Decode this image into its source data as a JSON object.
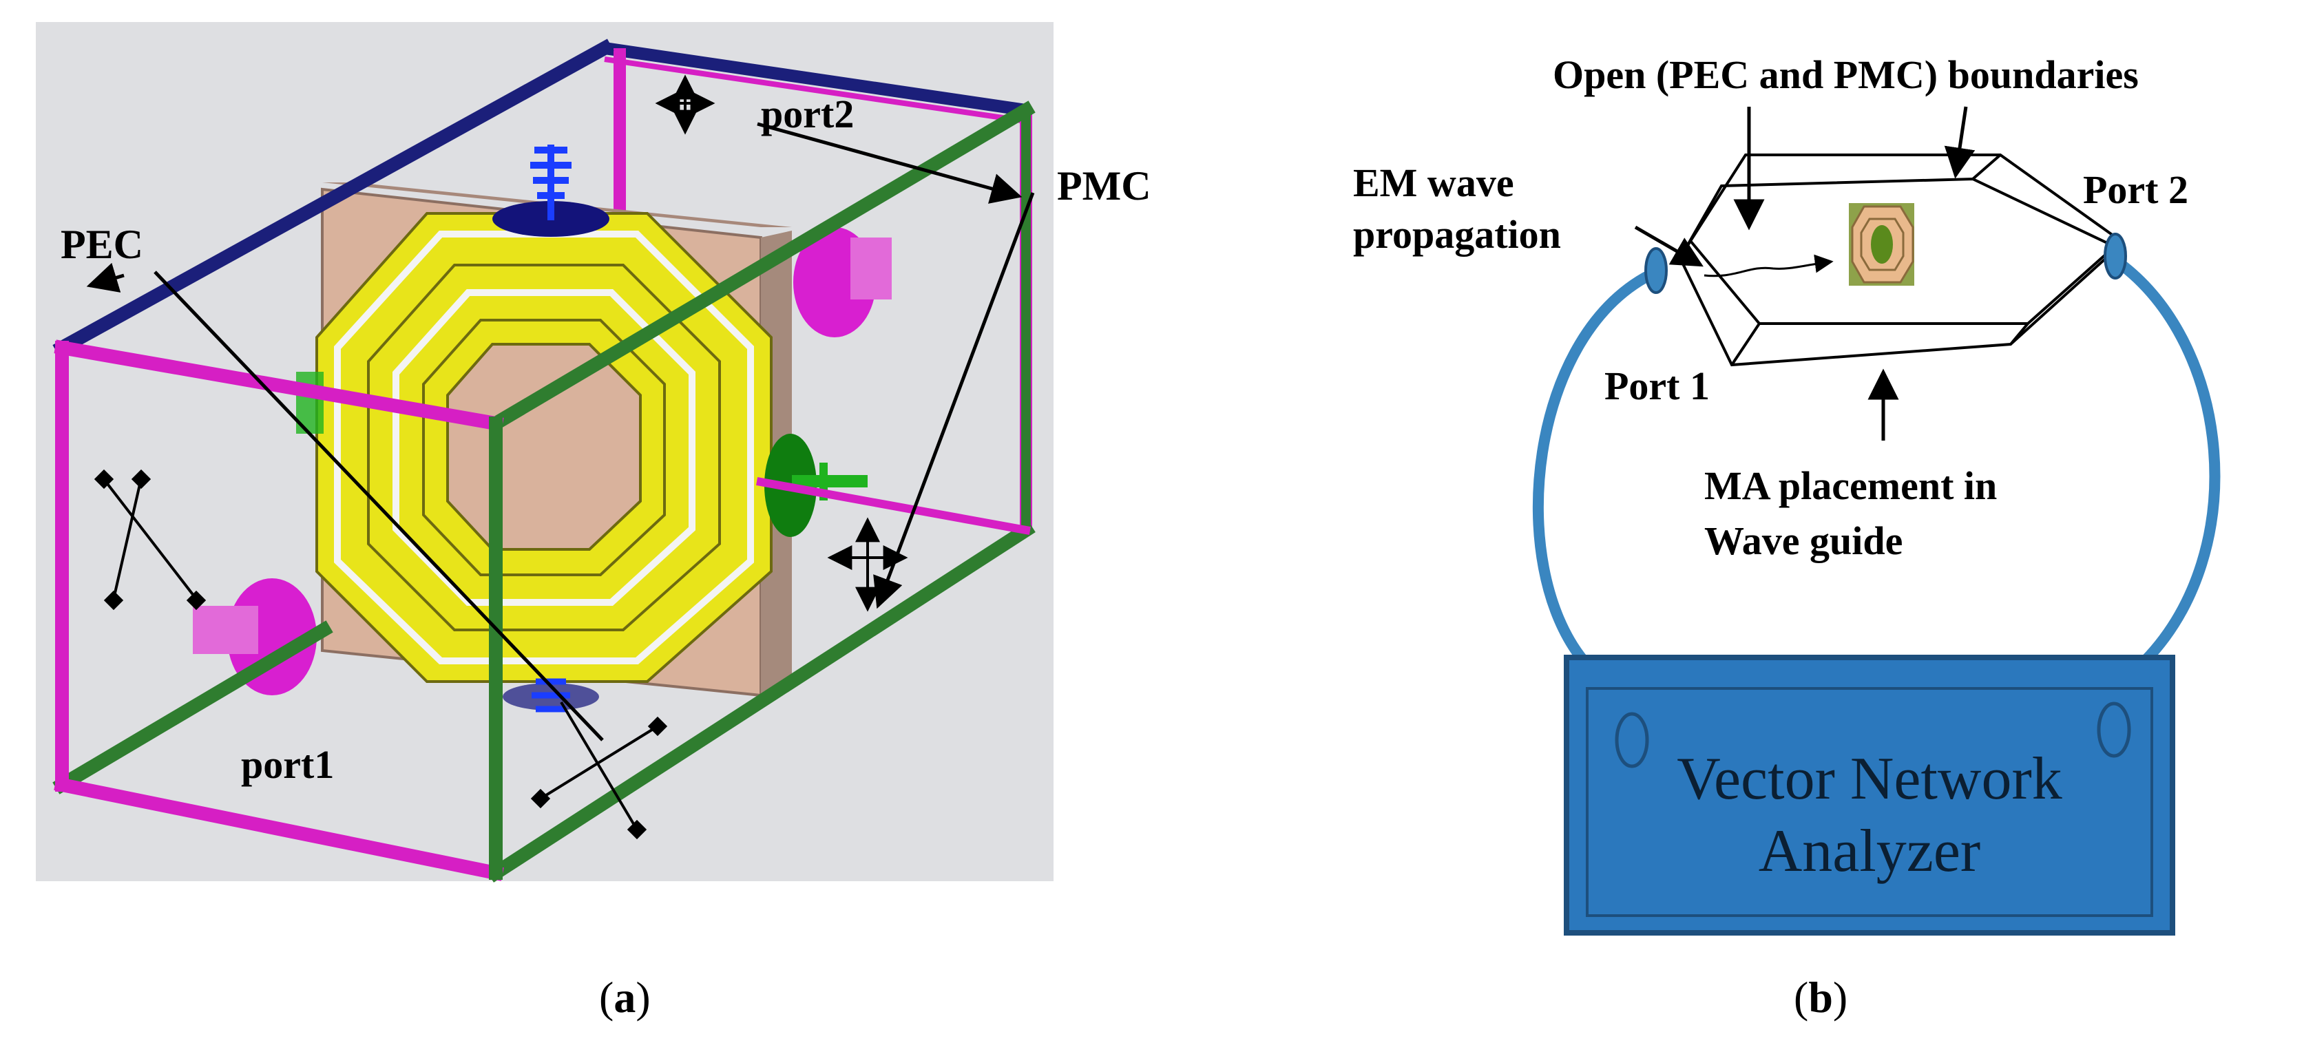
{
  "panel_a": {
    "labels": {
      "pec": "PEC",
      "pmc": "PMC",
      "port1": "port1",
      "port2": "port2"
    },
    "caption": {
      "open": "(",
      "letter": "a",
      "close": ")"
    },
    "colors": {
      "background": "#dedfe2",
      "pec_edge": "#1b1f7a",
      "pmc_edge": "#d61fc4",
      "green_edge": "#2f7d2f",
      "substrate": "#d9b29c",
      "resonator": "#e8e41a",
      "probe_blue": "#1a3dff",
      "probe_magenta": "#d81fd0",
      "probe_green": "#1fb31f"
    }
  },
  "panel_b": {
    "labels": {
      "boundaries": "Open (PEC and PMC) boundaries",
      "em_wave_line1": "EM wave",
      "em_wave_line2": "propagation",
      "port1": "Port 1",
      "port2": "Port 2",
      "ma_line1": "MA placement in",
      "ma_line2": "Wave guide",
      "vna_line1": "Vector Network",
      "vna_line2": "Analyzer"
    },
    "caption": {
      "open": "(",
      "letter": "b",
      "close": ")"
    },
    "colors": {
      "cable": "#3a86c0",
      "vna_fill": "#2b78bd",
      "vna_border": "#1d4f7d",
      "port_fill": "#3a86c0",
      "ma_tile": "#8ea24a"
    }
  }
}
